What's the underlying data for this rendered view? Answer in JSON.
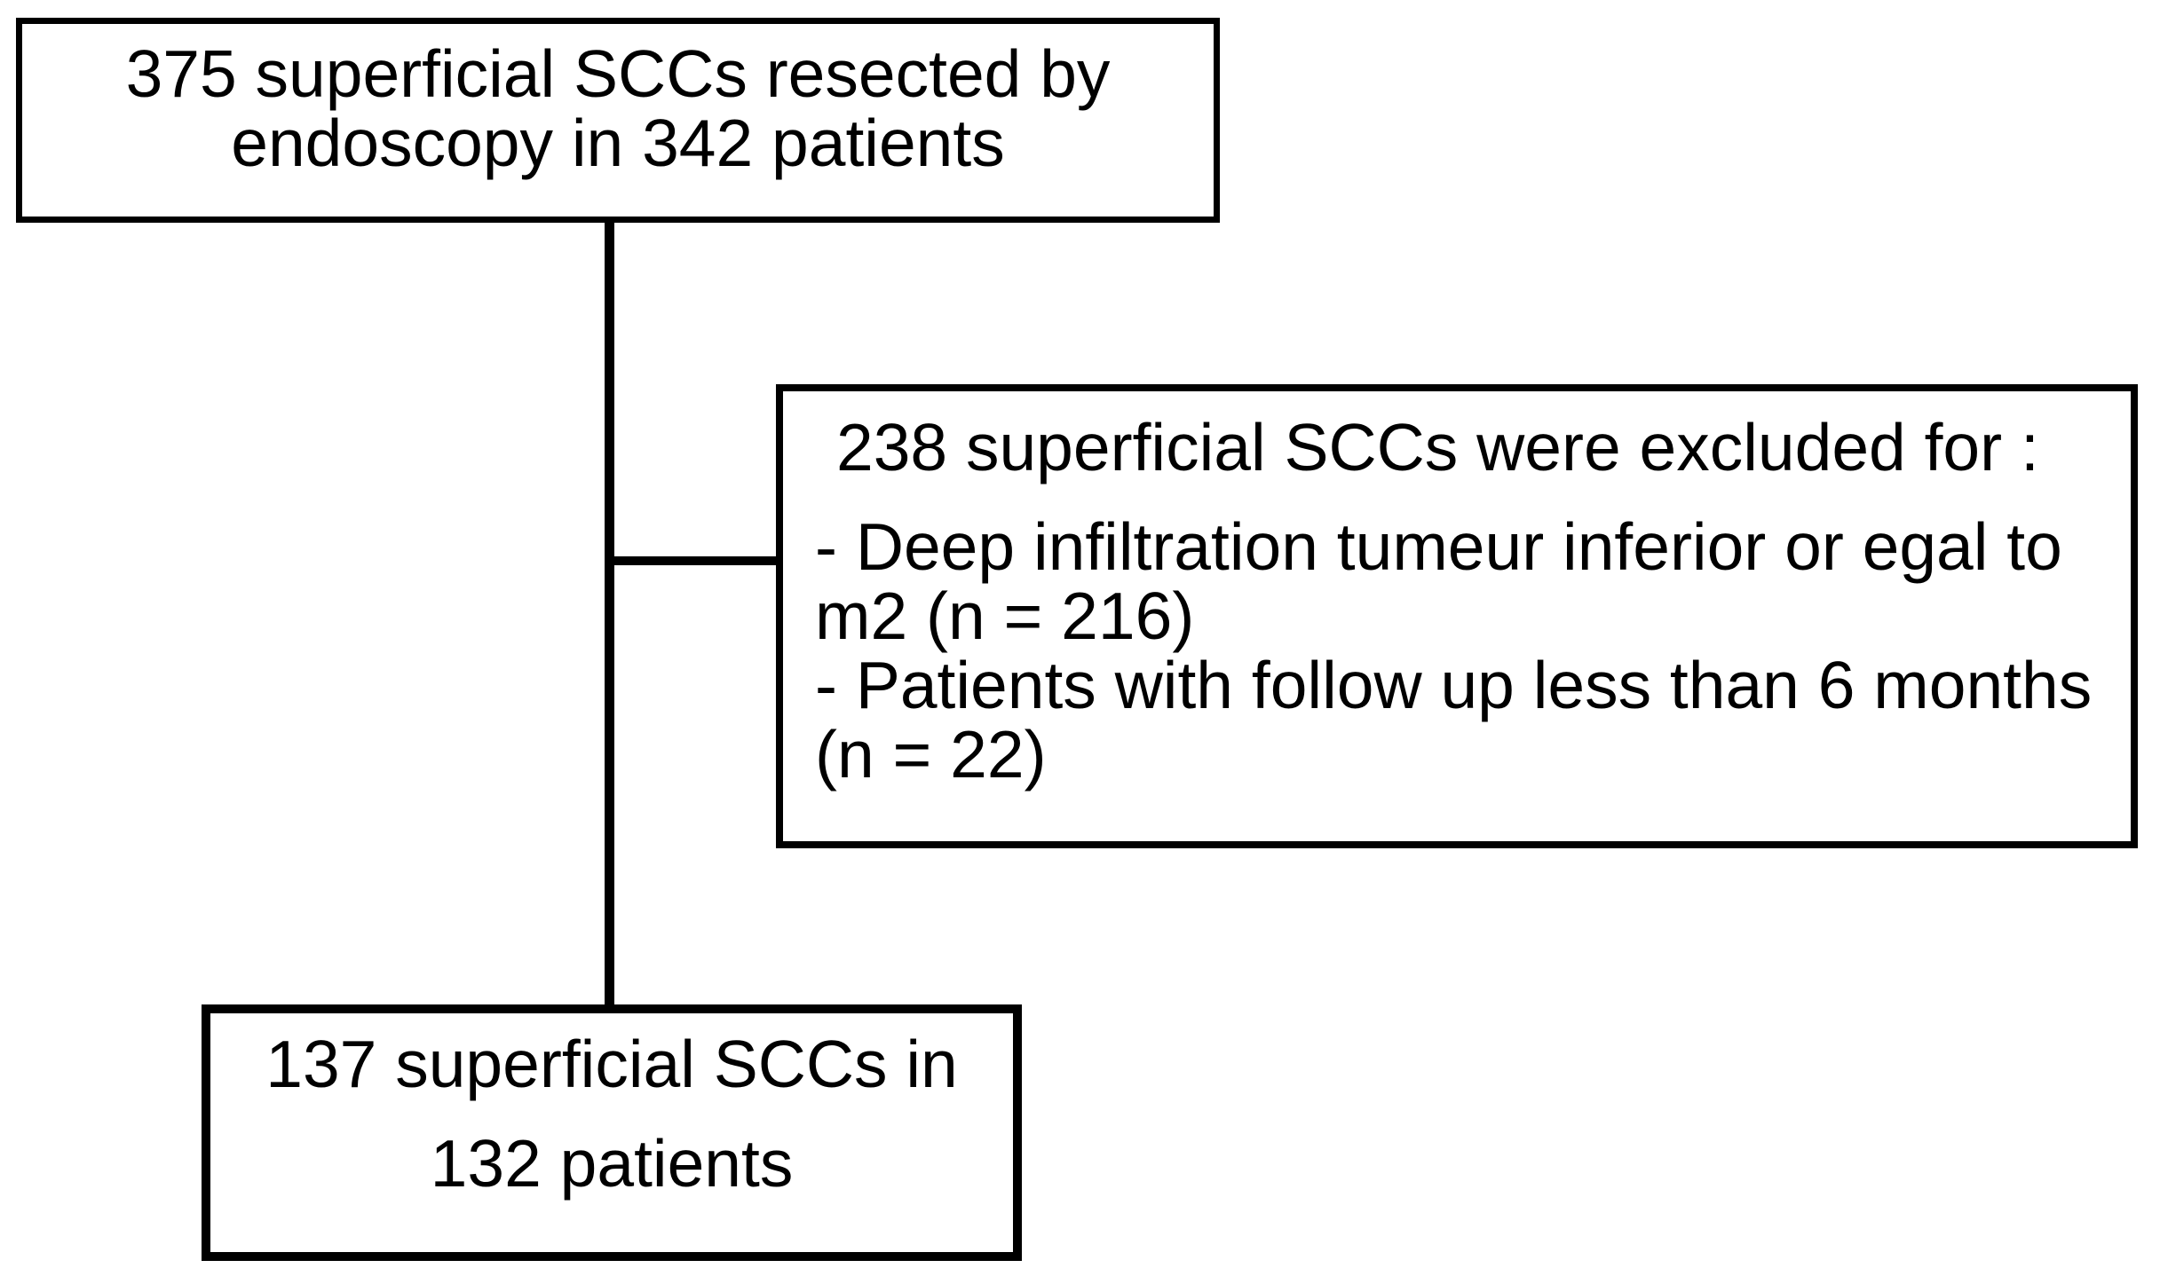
{
  "diagram": {
    "colors": {
      "border": "#000000",
      "text": "#000000",
      "background": "#ffffff"
    },
    "top_box": {
      "text": "375 superficial SCCs resected by\nendoscopy in 342 patients"
    },
    "exclusion_box": {
      "title": "238 superficial SCCs were excluded for :",
      "items": [
        "- Deep infiltration tumeur inferior or egal to\nm2 (n = 216)",
        "- Patients with follow up less than 6 months\n(n = 22)"
      ]
    },
    "bottom_box": {
      "text": "137 superficial SCCs in\n132 patients"
    }
  }
}
